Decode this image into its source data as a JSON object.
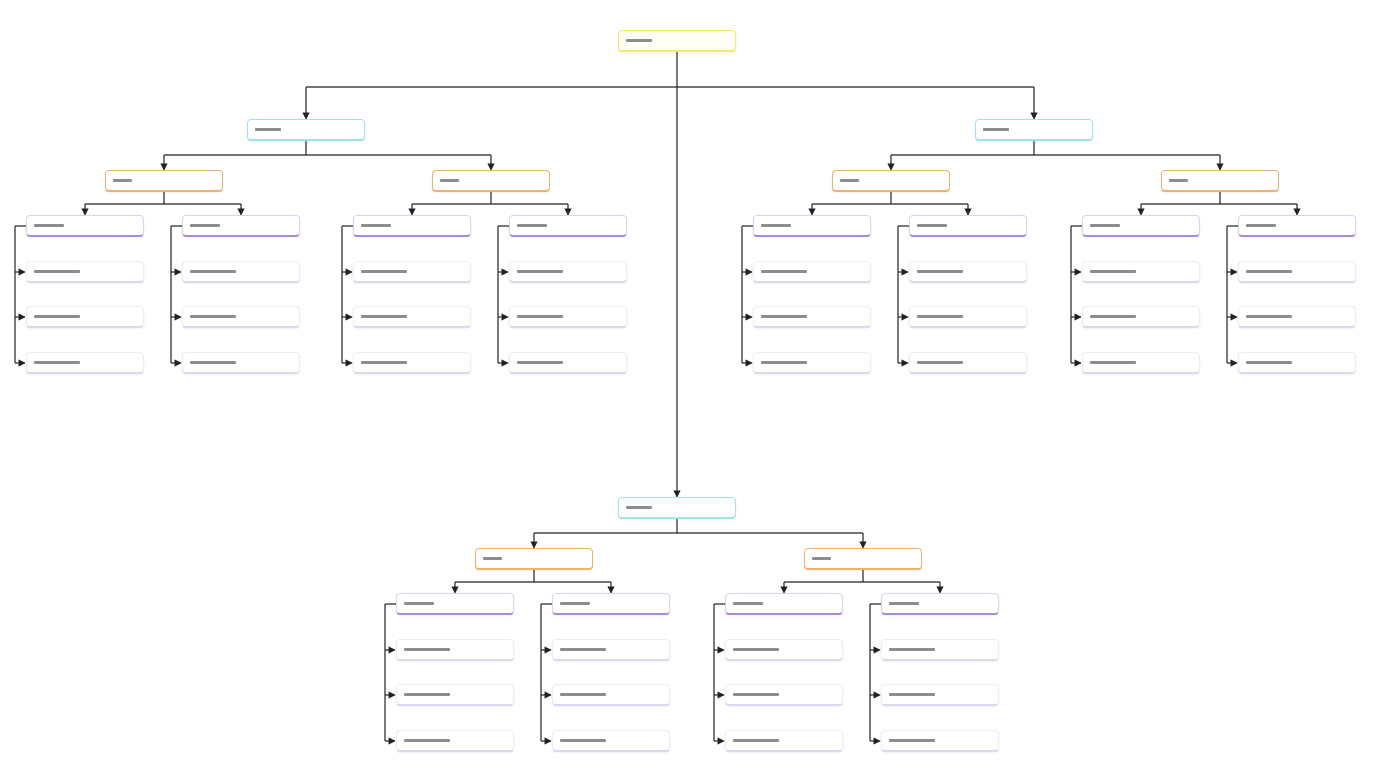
{
  "diagram": {
    "type": "hierarchy-tree",
    "labels_visible": false,
    "colors": {
      "root": "#f3ea6a",
      "level1": "#9fe3ee",
      "level2": "#efb26b",
      "level3": "#a98ad6",
      "level4": "#ddd6ec",
      "connector": "#222222",
      "placeholder_bar": "#8c8c8c"
    },
    "structure": {
      "level1_branches": 3,
      "level2_per_branch": 2,
      "level3_per_level2": 2,
      "level4_per_level3": 3
    }
  }
}
